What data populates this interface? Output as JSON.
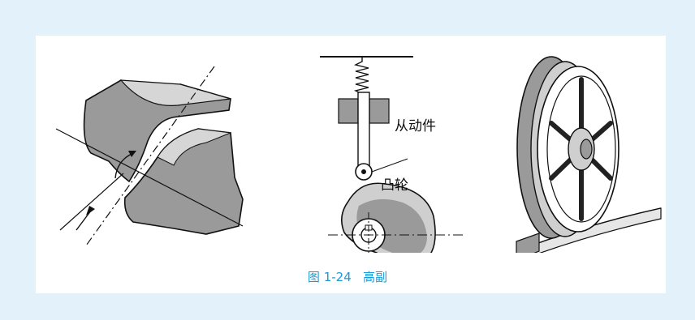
{
  "colors": {
    "background": "#e3f1fa",
    "panel": "#ffffff",
    "caption": "#1a9ad6",
    "fill_gray": "#9a9a9a",
    "fill_light": "#cfcfcf"
  },
  "labels": {
    "follower": "从动件",
    "cam": "凸轮"
  },
  "caption": {
    "number": "图 1-24",
    "title": "高副"
  }
}
